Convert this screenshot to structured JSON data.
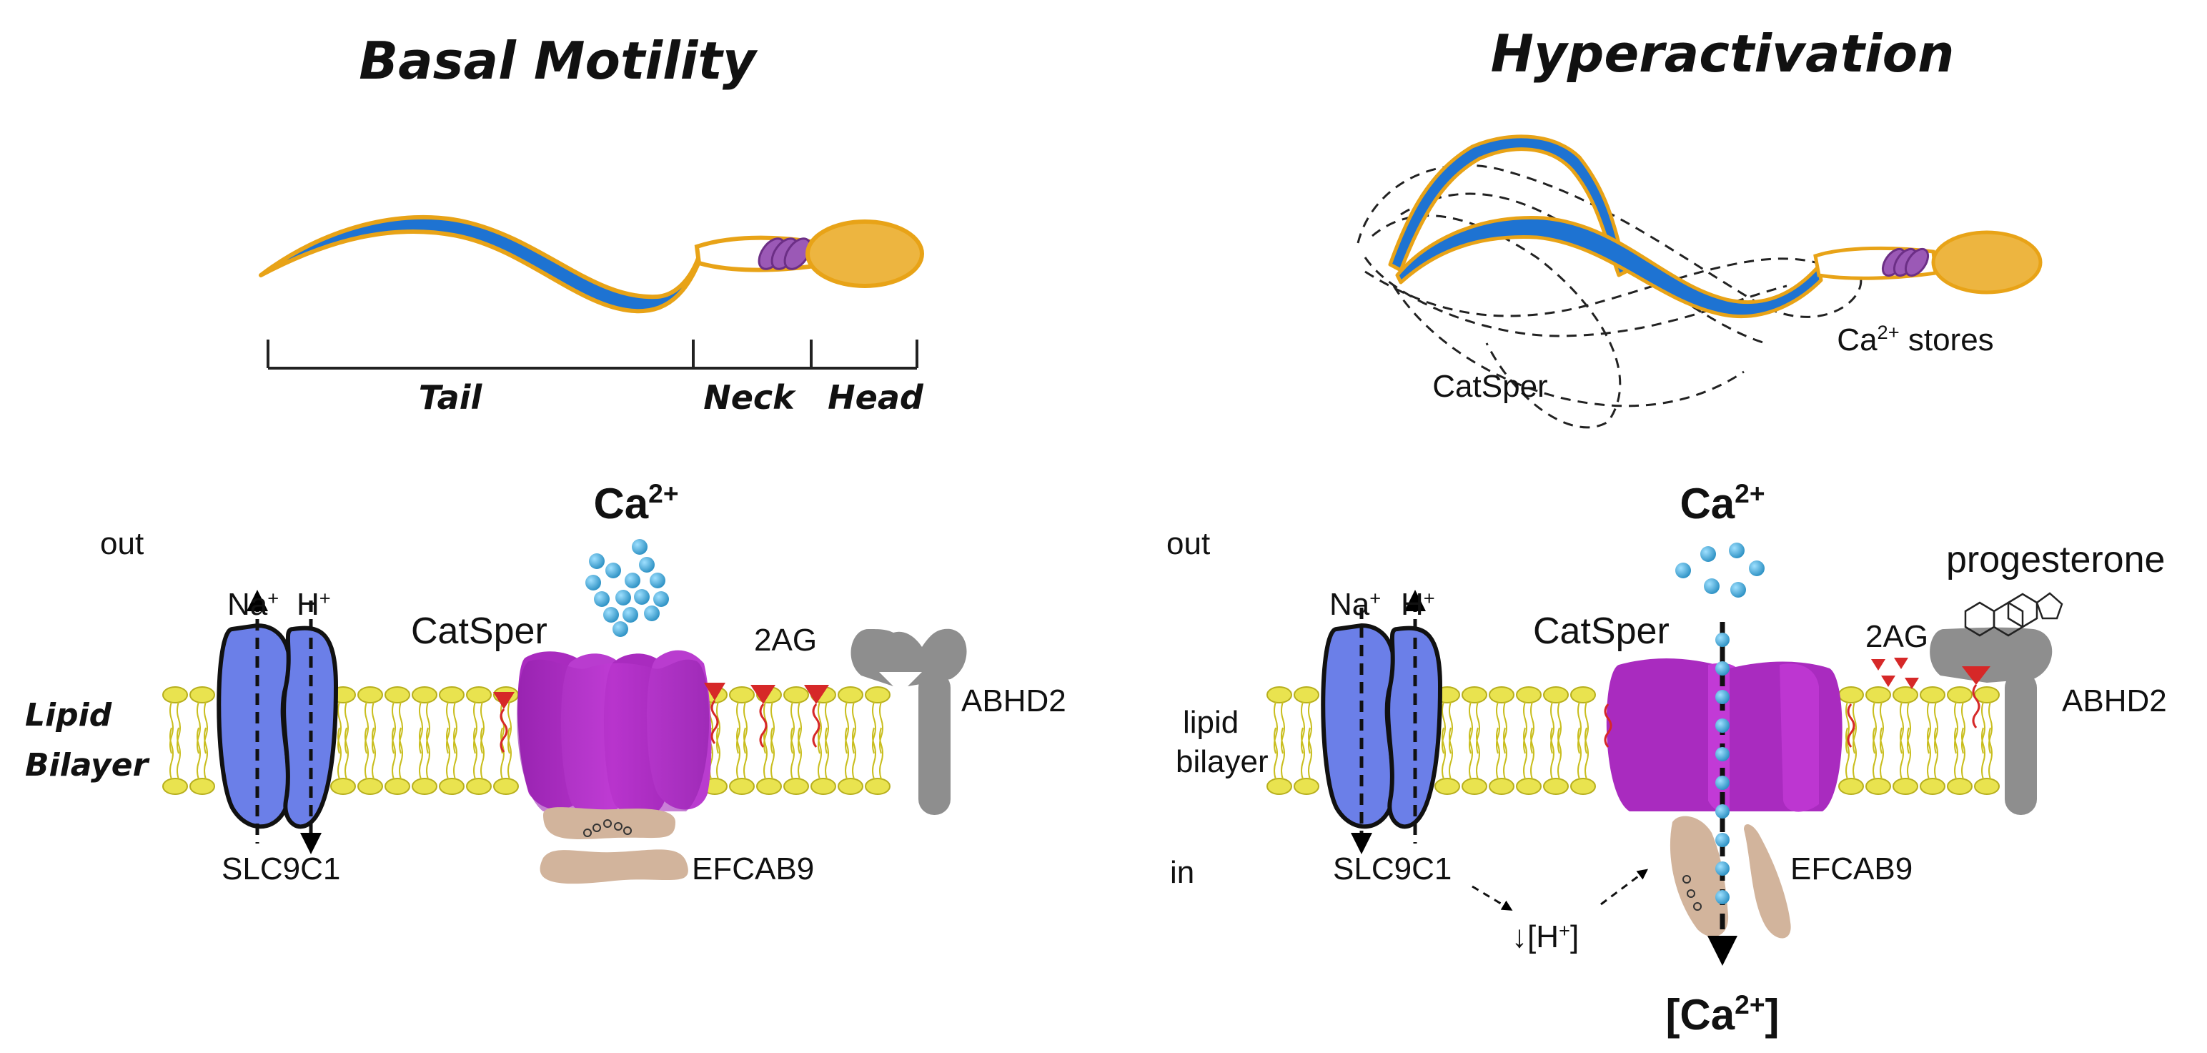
{
  "titles": {
    "left": "Basal Motility",
    "right": "Hyperactivation"
  },
  "segments": {
    "tail": "Tail",
    "neck": "Neck",
    "head": "Head"
  },
  "right_sperm": {
    "catsper": "CatSper",
    "ca_stores_prefix": "Ca",
    "ca_stores_sup": "2+",
    "ca_stores_suffix": " stores"
  },
  "left_membrane": {
    "out": "out",
    "ca_base": "Ca",
    "ca_sup": "2+",
    "catsper": "CatSper",
    "na": "Na",
    "na_sup": "+",
    "h": "H",
    "h_sup": "+",
    "twoag": "2AG",
    "abhd2": "ABHD2",
    "lipid_line1": "Lipid",
    "lipid_line2": "Bilayer",
    "slc9c1": "SLC9C1",
    "efcab9": "EFCAB9"
  },
  "right_membrane": {
    "out": "out",
    "in": "in",
    "ca_base": "Ca",
    "ca_sup": "2+",
    "catsper": "CatSper",
    "progesterone": "progesterone",
    "na": "Na",
    "na_sup": "+",
    "h": "H",
    "h_sup": "+",
    "twoag": "2AG",
    "abhd2": "ABHD2",
    "lipid_line1": "lipid",
    "lipid_line2": "bilayer",
    "slc9c1": "SLC9C1",
    "efcab9": "EFCAB9",
    "h_decrease_prefix": "↓[H",
    "h_decrease_sup": "+",
    "h_decrease_suffix": "]",
    "ca_increase_prefix": "[Ca",
    "ca_increase_sup": "2+",
    "ca_increase_suffix": "]"
  },
  "colors": {
    "sperm_outline": "#E8A317",
    "sperm_tail": "#1E73D2",
    "sperm_head": "#EDB540",
    "mitochondria": "#9B59B6",
    "lipid": "#E9E34F",
    "catsper": "#A92BBF",
    "efcab9": "#D2B49C",
    "slc9c1": "#6B7FE8",
    "abhd2": "#8E8E8E",
    "twoag": "#D62828",
    "calcium": "#35A7D9"
  }
}
